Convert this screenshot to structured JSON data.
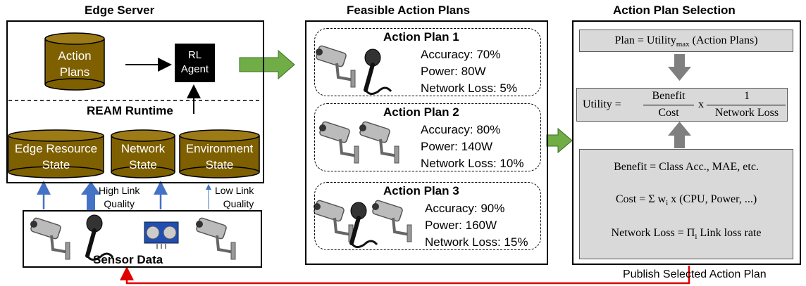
{
  "edge": {
    "title": "Edge Server",
    "action_plans_label": [
      "Action",
      "Plans"
    ],
    "rl_agent_label": [
      "RL",
      "Agent"
    ],
    "runtime_label": "REAM Runtime",
    "cylinders": [
      {
        "lines": [
          "Edge Resource",
          "State"
        ]
      },
      {
        "lines": [
          "Network",
          "State"
        ]
      },
      {
        "lines": [
          "Environment",
          "State"
        ]
      }
    ],
    "high_link": [
      "High Link",
      "Quality"
    ],
    "low_link": [
      "Low Link",
      "Quality"
    ],
    "sensor_label": "Sensor Data"
  },
  "feasible": {
    "title": "Feasible Action Plans",
    "plans": [
      {
        "title": "Action Plan 1",
        "accuracy": "Accuracy: 70%",
        "power": "Power: 80W",
        "loss": "Network Loss: 5%"
      },
      {
        "title": "Action Plan 2",
        "accuracy": "Accuracy: 80%",
        "power": "Power: 140W",
        "loss": "Network Loss: 10%"
      },
      {
        "title": "Action Plan 3",
        "accuracy": "Accuracy: 90%",
        "power": "Power: 160W",
        "loss": "Network Loss: 15%"
      }
    ]
  },
  "selection": {
    "title": "Action Plan Selection",
    "plan_formula": {
      "prefix": "Plan = Utility",
      "sub": "max",
      "suffix": "(Action Plans)"
    },
    "utility": {
      "lhs": "Utility =",
      "num1": "Benefit",
      "den1": "Cost",
      "times": "x",
      "num2": "1",
      "den2": "Network Loss"
    },
    "benefit": "Benefit = Class Acc., MAE, etc.",
    "cost": {
      "prefix": "Cost = Σ w",
      "sub": "i",
      "suffix": "x (CPU, Power, ...)"
    },
    "network_loss": {
      "prefix": "Network Loss = Π",
      "sub": "i",
      "suffix": "Link loss rate"
    }
  },
  "publish_label": "Publish Selected Action Plan",
  "colors": {
    "cylinder": "#7f6000",
    "green_arrow": "#70ad47",
    "blue_arrow": "#4472c4",
    "red_line": "#e00000",
    "grey_box": "#d9d9d9"
  },
  "icons": [
    "camera-icon",
    "microphone-icon",
    "ultrasonic-sensor-icon"
  ]
}
